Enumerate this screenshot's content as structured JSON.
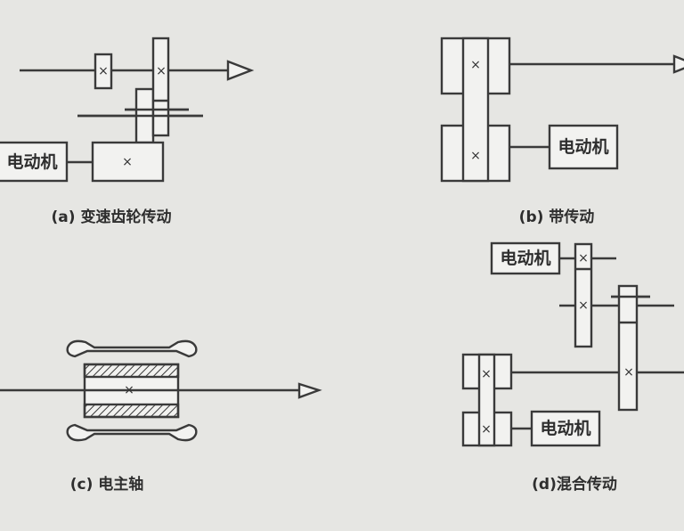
{
  "motor_label": "电动机",
  "center_mark": "×",
  "panels": {
    "a": {
      "caption": "(a) 变速齿轮传动"
    },
    "b": {
      "caption": "(b) 带传动"
    },
    "c": {
      "caption": "(c) 电主轴"
    },
    "d": {
      "caption": "(d)混合传动"
    }
  },
  "colors": {
    "line": "#3a3a3a",
    "background": "#e6e6e3"
  }
}
